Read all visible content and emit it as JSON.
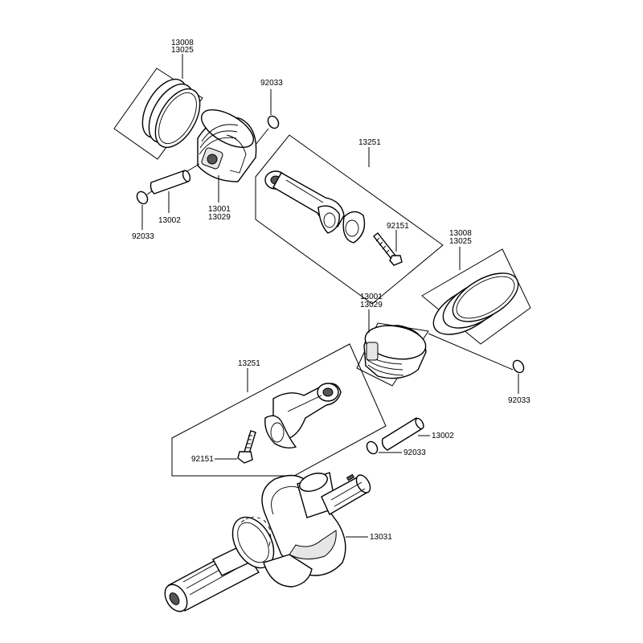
{
  "callouts": {
    "top_rings": [
      "13008",
      "13025"
    ],
    "top_circlip_right": "92033",
    "top_piston": [
      "13001",
      "13029"
    ],
    "top_pin": "13002",
    "top_circlip_left": "92033",
    "top_rod_set": "13251",
    "top_rod_bolt": "92151",
    "bottom_rings": [
      "13008",
      "13025"
    ],
    "bottom_piston": [
      "13001",
      "13029"
    ],
    "bottom_circlip_right": "92033",
    "bottom_rod_set": "13251",
    "bottom_pin": "13002",
    "bottom_circlip_pin": "92033",
    "bottom_rod_bolt": "92151",
    "crankshaft": "13031"
  }
}
